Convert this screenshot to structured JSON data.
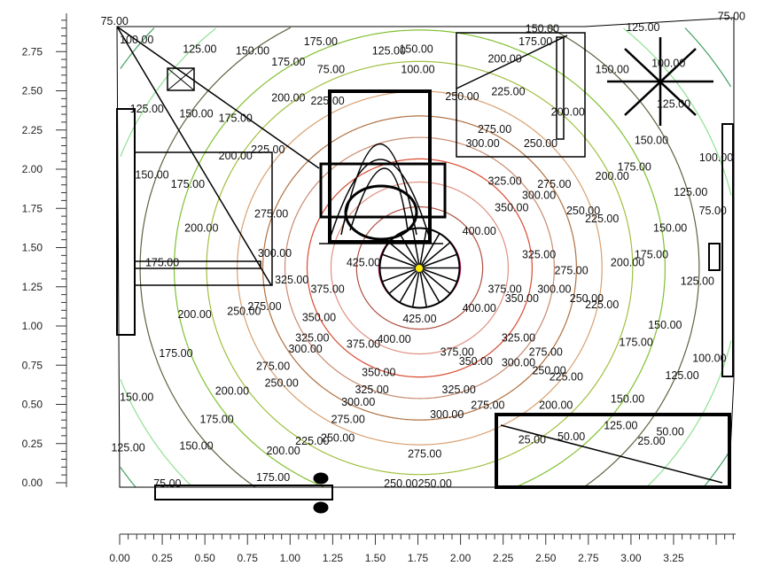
{
  "chart_data": {
    "type": "contour",
    "title": "",
    "xlabel": "",
    "ylabel": "",
    "xlim": [
      0,
      3.5
    ],
    "ylim": [
      0,
      2.95
    ],
    "x_ticks": [
      "0.00",
      "0.25",
      "0.50",
      "0.75",
      "1.00",
      "1.25",
      "1.50",
      "1.75",
      "2.00",
      "2.25",
      "2.50",
      "2.75",
      "3.00",
      "3.25"
    ],
    "y_ticks": [
      "0.00",
      "0.25",
      "0.50",
      "0.75",
      "1.00",
      "1.25",
      "1.50",
      "1.75",
      "2.00",
      "2.25",
      "2.50",
      "2.75"
    ],
    "peak": {
      "x": 1.76,
      "y": 1.37
    },
    "levels": [
      {
        "value": 425,
        "radius": 0.24,
        "color": "#d0307a"
      },
      {
        "value": 400,
        "radius": 0.37,
        "color": "#b05040"
      },
      {
        "value": 375,
        "radius": 0.52,
        "color": "#e09080"
      },
      {
        "value": 350,
        "radius": 0.66,
        "color": "#d84a30"
      },
      {
        "value": 325,
        "radius": 0.79,
        "color": "#c88a70"
      },
      {
        "value": 300,
        "radius": 0.92,
        "color": "#b07040"
      },
      {
        "value": 275,
        "radius": 1.07,
        "color": "#d8a070"
      },
      {
        "value": 250,
        "radius": 1.25,
        "color": "#a0c040"
      },
      {
        "value": 225,
        "radius": 1.44,
        "color": "#80c030"
      },
      {
        "value": 200,
        "radius": 1.64,
        "color": "#606040"
      },
      {
        "value": 175,
        "radius": 1.88,
        "color": "#90e090"
      },
      {
        "value": 150,
        "radius": 2.13,
        "color": "#40a060"
      },
      {
        "value": 125,
        "radius": 2.45,
        "color": "#308050"
      },
      {
        "value": 100,
        "radius": 2.9,
        "color": "#60e0e0"
      }
    ],
    "labels": [
      {
        "t": "75.00",
        "x": -0.03,
        "y": 2.95
      },
      {
        "t": "100.00",
        "x": 0.1,
        "y": 2.83
      },
      {
        "t": "125.00",
        "x": 0.47,
        "y": 2.77
      },
      {
        "t": "150.00",
        "x": 0.78,
        "y": 2.76
      },
      {
        "t": "175.00",
        "x": 1.18,
        "y": 2.82
      },
      {
        "t": "175.00",
        "x": 0.99,
        "y": 2.69
      },
      {
        "t": "200.00",
        "x": 0.99,
        "y": 2.46
      },
      {
        "t": "125.00",
        "x": 0.16,
        "y": 2.39
      },
      {
        "t": "150.00",
        "x": 0.45,
        "y": 2.36
      },
      {
        "t": "175.00",
        "x": 0.68,
        "y": 2.33
      },
      {
        "t": "200.00",
        "x": 0.68,
        "y": 2.09
      },
      {
        "t": "150.00",
        "x": 0.19,
        "y": 1.97
      },
      {
        "t": "175.00",
        "x": 0.4,
        "y": 1.91
      },
      {
        "t": "200.00",
        "x": 0.48,
        "y": 1.63
      },
      {
        "t": "175.00",
        "x": 0.25,
        "y": 1.41
      },
      {
        "t": "325.00",
        "x": 1.01,
        "y": 1.3
      },
      {
        "t": "375.00",
        "x": 1.22,
        "y": 1.24
      },
      {
        "t": "200.00",
        "x": 0.44,
        "y": 1.08
      },
      {
        "t": "275.00",
        "x": 0.85,
        "y": 1.13
      },
      {
        "t": "250.00",
        "x": 0.73,
        "y": 1.1
      },
      {
        "t": "350.00",
        "x": 1.17,
        "y": 1.06
      },
      {
        "t": "325.00",
        "x": 1.13,
        "y": 0.93
      },
      {
        "t": "300.00",
        "x": 1.09,
        "y": 0.86
      },
      {
        "t": "375.00",
        "x": 1.43,
        "y": 0.89
      },
      {
        "t": "400.00",
        "x": 1.61,
        "y": 0.92
      },
      {
        "t": "175.00",
        "x": 0.33,
        "y": 0.83
      },
      {
        "t": "275.00",
        "x": 0.9,
        "y": 0.75
      },
      {
        "t": "350.00",
        "x": 1.52,
        "y": 0.71
      },
      {
        "t": "325.00",
        "x": 1.48,
        "y": 0.6
      },
      {
        "t": "300.00",
        "x": 1.4,
        "y": 0.52
      },
      {
        "t": "250.00",
        "x": 0.95,
        "y": 0.64
      },
      {
        "t": "200.00",
        "x": 0.66,
        "y": 0.59
      },
      {
        "t": "150.00",
        "x": 0.1,
        "y": 0.55
      },
      {
        "t": "175.00",
        "x": 0.57,
        "y": 0.41
      },
      {
        "t": "275.00",
        "x": 1.34,
        "y": 0.41
      },
      {
        "t": "250.00",
        "x": 1.28,
        "y": 0.29
      },
      {
        "t": "225.00",
        "x": 1.13,
        "y": 0.27
      },
      {
        "t": "200.00",
        "x": 0.96,
        "y": 0.21
      },
      {
        "t": "150.00",
        "x": 0.45,
        "y": 0.24
      },
      {
        "t": "125.00",
        "x": 0.05,
        "y": 0.23
      },
      {
        "t": "75.00",
        "x": 0.28,
        "y": 0.0
      },
      {
        "t": "175.00",
        "x": 0.9,
        "y": 0.04
      },
      {
        "t": "275.00",
        "x": 1.79,
        "y": 0.19
      },
      {
        "t": "250.00",
        "x": 1.65,
        "y": 0.0
      },
      {
        "t": "250.00",
        "x": 1.85,
        "y": 0.0
      },
      {
        "t": "300.00",
        "x": 1.92,
        "y": 0.44
      },
      {
        "t": "325.00",
        "x": 1.99,
        "y": 0.6
      },
      {
        "t": "275.00",
        "x": 2.16,
        "y": 0.5
      },
      {
        "t": "200.00",
        "x": 2.56,
        "y": 0.5
      },
      {
        "t": "150.00",
        "x": 2.98,
        "y": 0.54
      },
      {
        "t": "425.00",
        "x": 1.76,
        "y": 1.05
      },
      {
        "t": "425.00",
        "x": 1.43,
        "y": 1.41
      },
      {
        "t": "400.00",
        "x": 2.11,
        "y": 1.12
      },
      {
        "t": "375.00",
        "x": 1.98,
        "y": 0.84
      },
      {
        "t": "350.00",
        "x": 2.09,
        "y": 0.78
      },
      {
        "t": "300.00",
        "x": 2.34,
        "y": 0.77
      },
      {
        "t": "325.00",
        "x": 2.34,
        "y": 0.93
      },
      {
        "t": "275.00",
        "x": 2.5,
        "y": 0.84
      },
      {
        "t": "250.00",
        "x": 2.52,
        "y": 0.72
      },
      {
        "t": "225.00",
        "x": 2.62,
        "y": 0.68
      },
      {
        "t": "375.00",
        "x": 2.26,
        "y": 1.24
      },
      {
        "t": "350.00",
        "x": 2.36,
        "y": 1.18
      },
      {
        "t": "300.00",
        "x": 2.55,
        "y": 1.24
      },
      {
        "t": "250.00",
        "x": 2.74,
        "y": 1.18
      },
      {
        "t": "225.00",
        "x": 2.83,
        "y": 1.14
      },
      {
        "t": "325.00",
        "x": 2.46,
        "y": 1.46
      },
      {
        "t": "275.00",
        "x": 2.65,
        "y": 1.36
      },
      {
        "t": "200.00",
        "x": 2.98,
        "y": 1.41
      },
      {
        "t": "175.00",
        "x": 3.12,
        "y": 1.46
      },
      {
        "t": "400.00",
        "x": 2.11,
        "y": 1.61
      },
      {
        "t": "350.00",
        "x": 2.3,
        "y": 1.76
      },
      {
        "t": "325.00",
        "x": 2.26,
        "y": 1.93
      },
      {
        "t": "300.00",
        "x": 2.46,
        "y": 1.84
      },
      {
        "t": "275.00",
        "x": 2.55,
        "y": 1.91
      },
      {
        "t": "250.00",
        "x": 2.72,
        "y": 1.74
      },
      {
        "t": "225.00",
        "x": 2.83,
        "y": 1.69
      },
      {
        "t": "200.00",
        "x": 2.89,
        "y": 1.96
      },
      {
        "t": "175.00",
        "x": 3.02,
        "y": 2.02
      },
      {
        "t": "150.00",
        "x": 3.12,
        "y": 2.19
      },
      {
        "t": "125.00",
        "x": 3.35,
        "y": 1.86
      },
      {
        "t": "150.00",
        "x": 3.23,
        "y": 1.63
      },
      {
        "t": "125.00",
        "x": 3.39,
        "y": 1.29
      },
      {
        "t": "150.00",
        "x": 3.2,
        "y": 1.01
      },
      {
        "t": "175.00",
        "x": 3.03,
        "y": 0.9
      },
      {
        "t": "125.00",
        "x": 3.3,
        "y": 0.69
      },
      {
        "t": "100.00",
        "x": 3.46,
        "y": 0.8
      },
      {
        "t": "75.00",
        "x": 3.48,
        "y": 1.74
      },
      {
        "t": "100.00",
        "x": 3.5,
        "y": 2.08
      },
      {
        "t": "75.00",
        "x": 3.59,
        "y": 2.98
      },
      {
        "t": "125.00",
        "x": 3.07,
        "y": 2.91
      },
      {
        "t": "150.00",
        "x": 2.89,
        "y": 2.64
      },
      {
        "t": "100.00",
        "x": 3.22,
        "y": 2.68
      },
      {
        "t": "125.00",
        "x": 3.25,
        "y": 2.42
      },
      {
        "t": "225.00",
        "x": 2.28,
        "y": 2.5
      },
      {
        "t": "200.00",
        "x": 2.26,
        "y": 2.71
      },
      {
        "t": "275.00",
        "x": 2.2,
        "y": 2.26
      },
      {
        "t": "300.00",
        "x": 2.13,
        "y": 2.17
      },
      {
        "t": "250.00",
        "x": 2.47,
        "y": 2.17
      },
      {
        "t": "200.00",
        "x": 2.63,
        "y": 2.37
      },
      {
        "t": "250.00",
        "x": 2.01,
        "y": 2.47
      },
      {
        "t": "150.00",
        "x": 2.48,
        "y": 2.9
      },
      {
        "t": "175.00",
        "x": 2.44,
        "y": 2.82
      },
      {
        "t": "125.00",
        "x": 1.58,
        "y": 2.76
      },
      {
        "t": "150.00",
        "x": 1.74,
        "y": 2.77
      },
      {
        "t": "100.00",
        "x": 1.75,
        "y": 2.64
      },
      {
        "t": "75.00",
        "x": 1.24,
        "y": 2.64
      },
      {
        "t": "225.00",
        "x": 1.22,
        "y": 2.44
      },
      {
        "t": "225.00",
        "x": 0.87,
        "y": 2.13
      },
      {
        "t": "275.00",
        "x": 0.89,
        "y": 1.72
      },
      {
        "t": "300.00",
        "x": 0.91,
        "y": 1.47
      },
      {
        "t": "25.00",
        "x": 2.42,
        "y": 0.28
      },
      {
        "t": "50.00",
        "x": 2.65,
        "y": 0.3
      },
      {
        "t": "125.00",
        "x": 2.94,
        "y": 0.37
      },
      {
        "t": "25.00",
        "x": 3.12,
        "y": 0.27
      },
      {
        "t": "50.00",
        "x": 3.23,
        "y": 0.33
      }
    ]
  }
}
